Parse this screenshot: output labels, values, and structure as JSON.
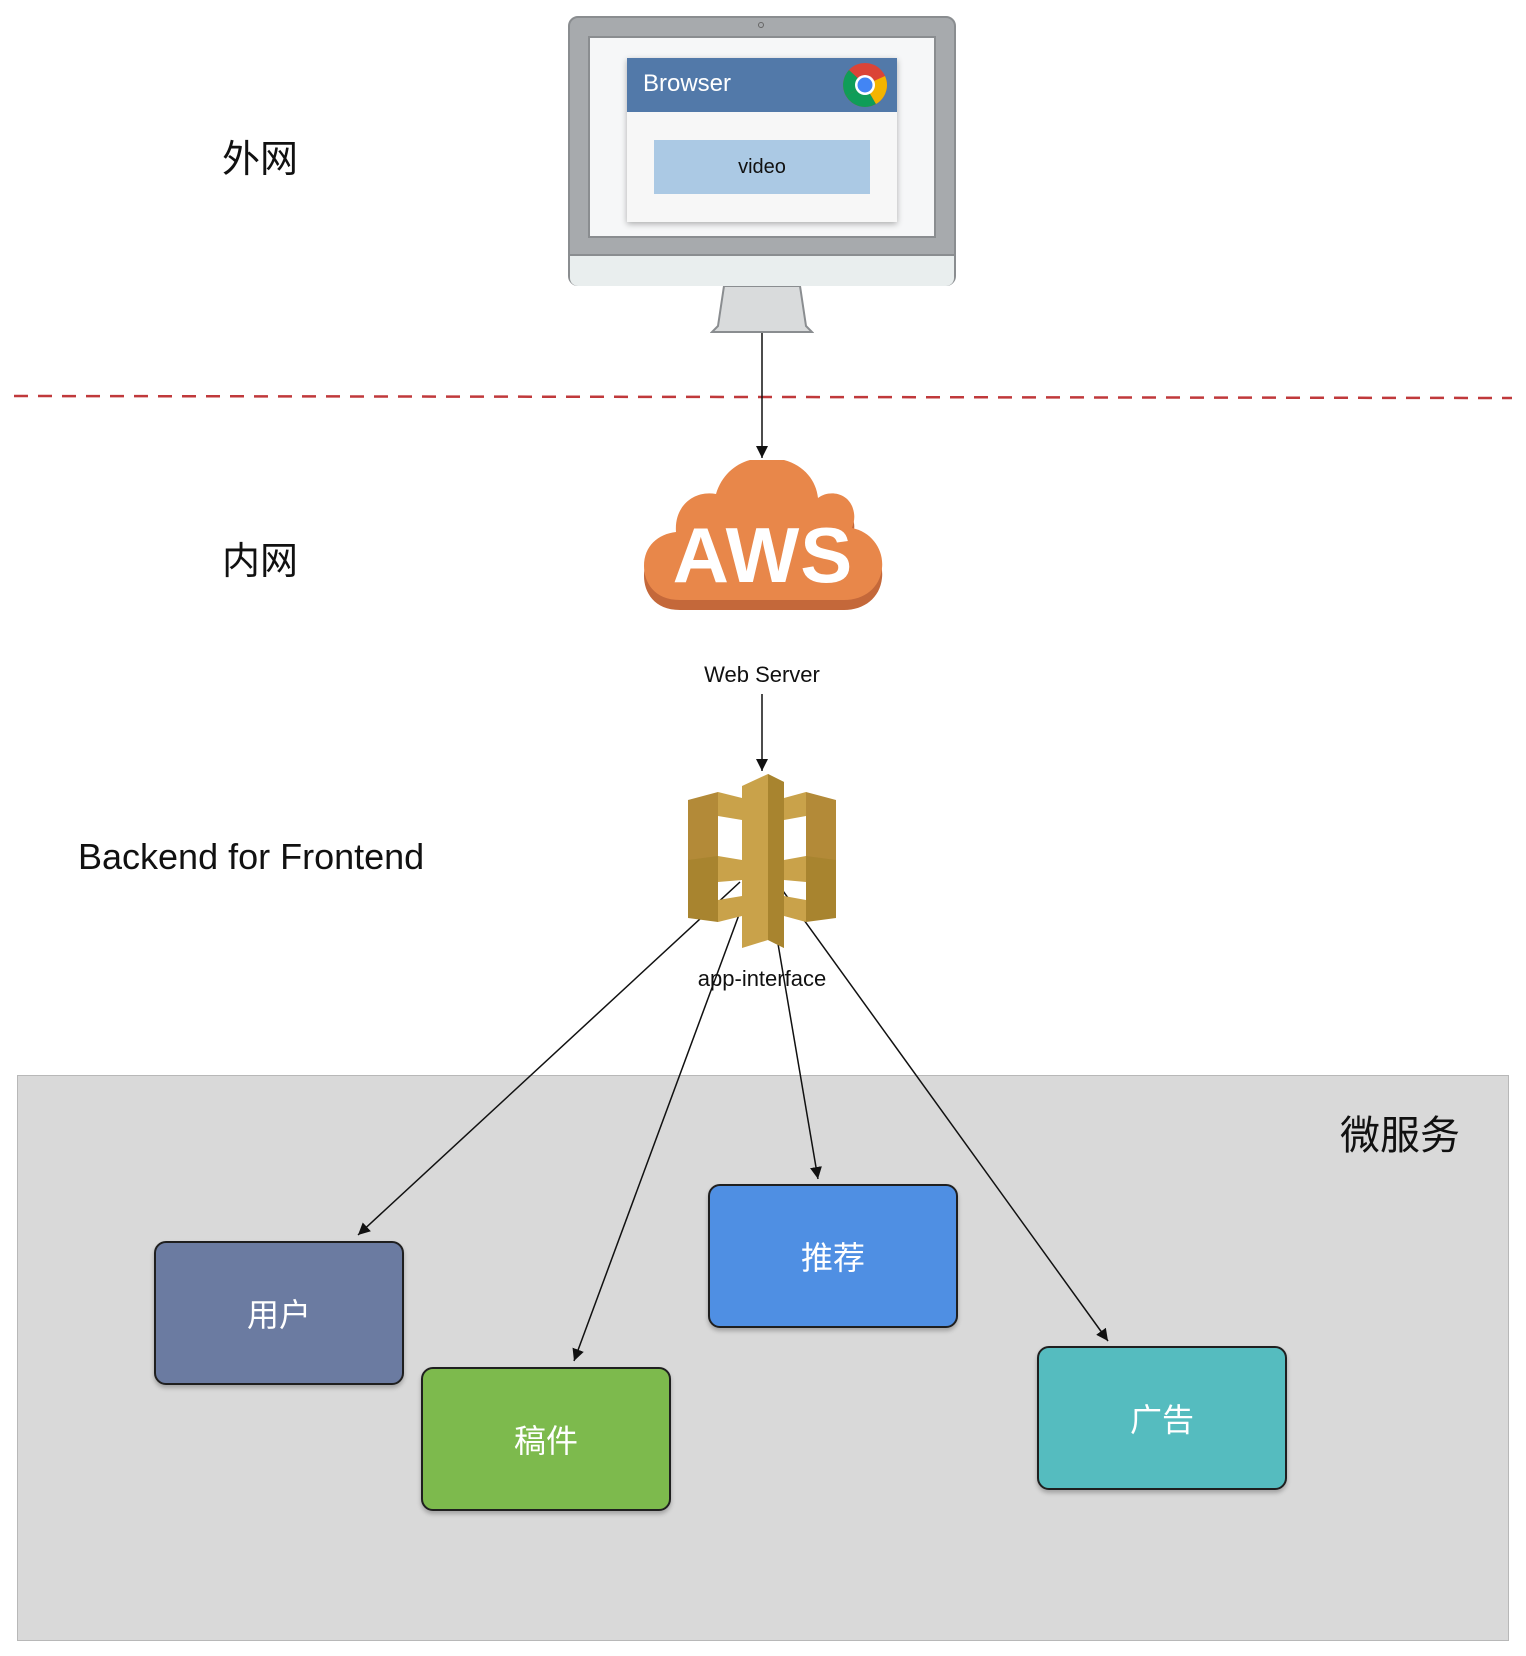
{
  "zones": {
    "external": "外网",
    "internal": "内网",
    "bff": "Backend for Frontend",
    "microservices": "微服务"
  },
  "browser": {
    "title": "Browser",
    "content": "video",
    "icon": "chrome-icon"
  },
  "web_server": {
    "logo_text": "AWS",
    "label": "Web Server",
    "color": "#e8874a"
  },
  "gateway": {
    "label": "app-interface",
    "icon": "api-gateway-icon",
    "color": "#c9a24a"
  },
  "services": [
    {
      "label": "用户",
      "color": "#6b7ba1"
    },
    {
      "label": "稿件",
      "color": "#7dba4d"
    },
    {
      "label": "推荐",
      "color": "#4f8fe3"
    },
    {
      "label": "广告",
      "color": "#55bcbf"
    }
  ],
  "colors": {
    "boundary": "#c0393b",
    "micro_zone": "#d9d9d9"
  }
}
